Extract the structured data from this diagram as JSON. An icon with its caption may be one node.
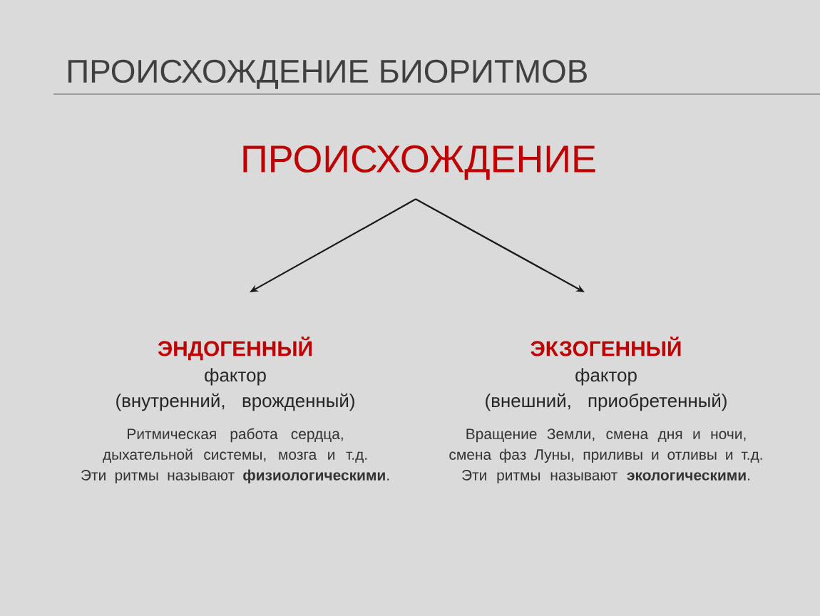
{
  "diagram": {
    "title": "ПРОИСХОЖДЕНИЕ БИОРИТМОВ",
    "nodes": [
      {
        "text": [
          "ПРОИСХОЖДЕНИЕ"
        ]
      },
      {
        "text": [
          "ЭНДОГЕННЫЙ",
          "фактор",
          "(внутренний, врожденный)",
          "Ритмическая работа сердца, дыхательной системы, мозга и т.д.",
          "Эти ритмы называют **физиологическими**."
        ]
      },
      {
        "text": [
          "ЭКЗОГЕННЫЙ",
          "фактор",
          "(внешний, приобретенный)",
          "Вращение Земли, смена дня и ночи, смена фаз Луны, приливы и отливы и т.д.",
          "Эти ритмы называют **экологическими**."
        ]
      }
    ],
    "edges": [
      {
        "from": 0,
        "to": 1,
        "arrow": "to"
      },
      {
        "from": 0,
        "to": 2,
        "arrow": "to"
      }
    ]
  }
}
